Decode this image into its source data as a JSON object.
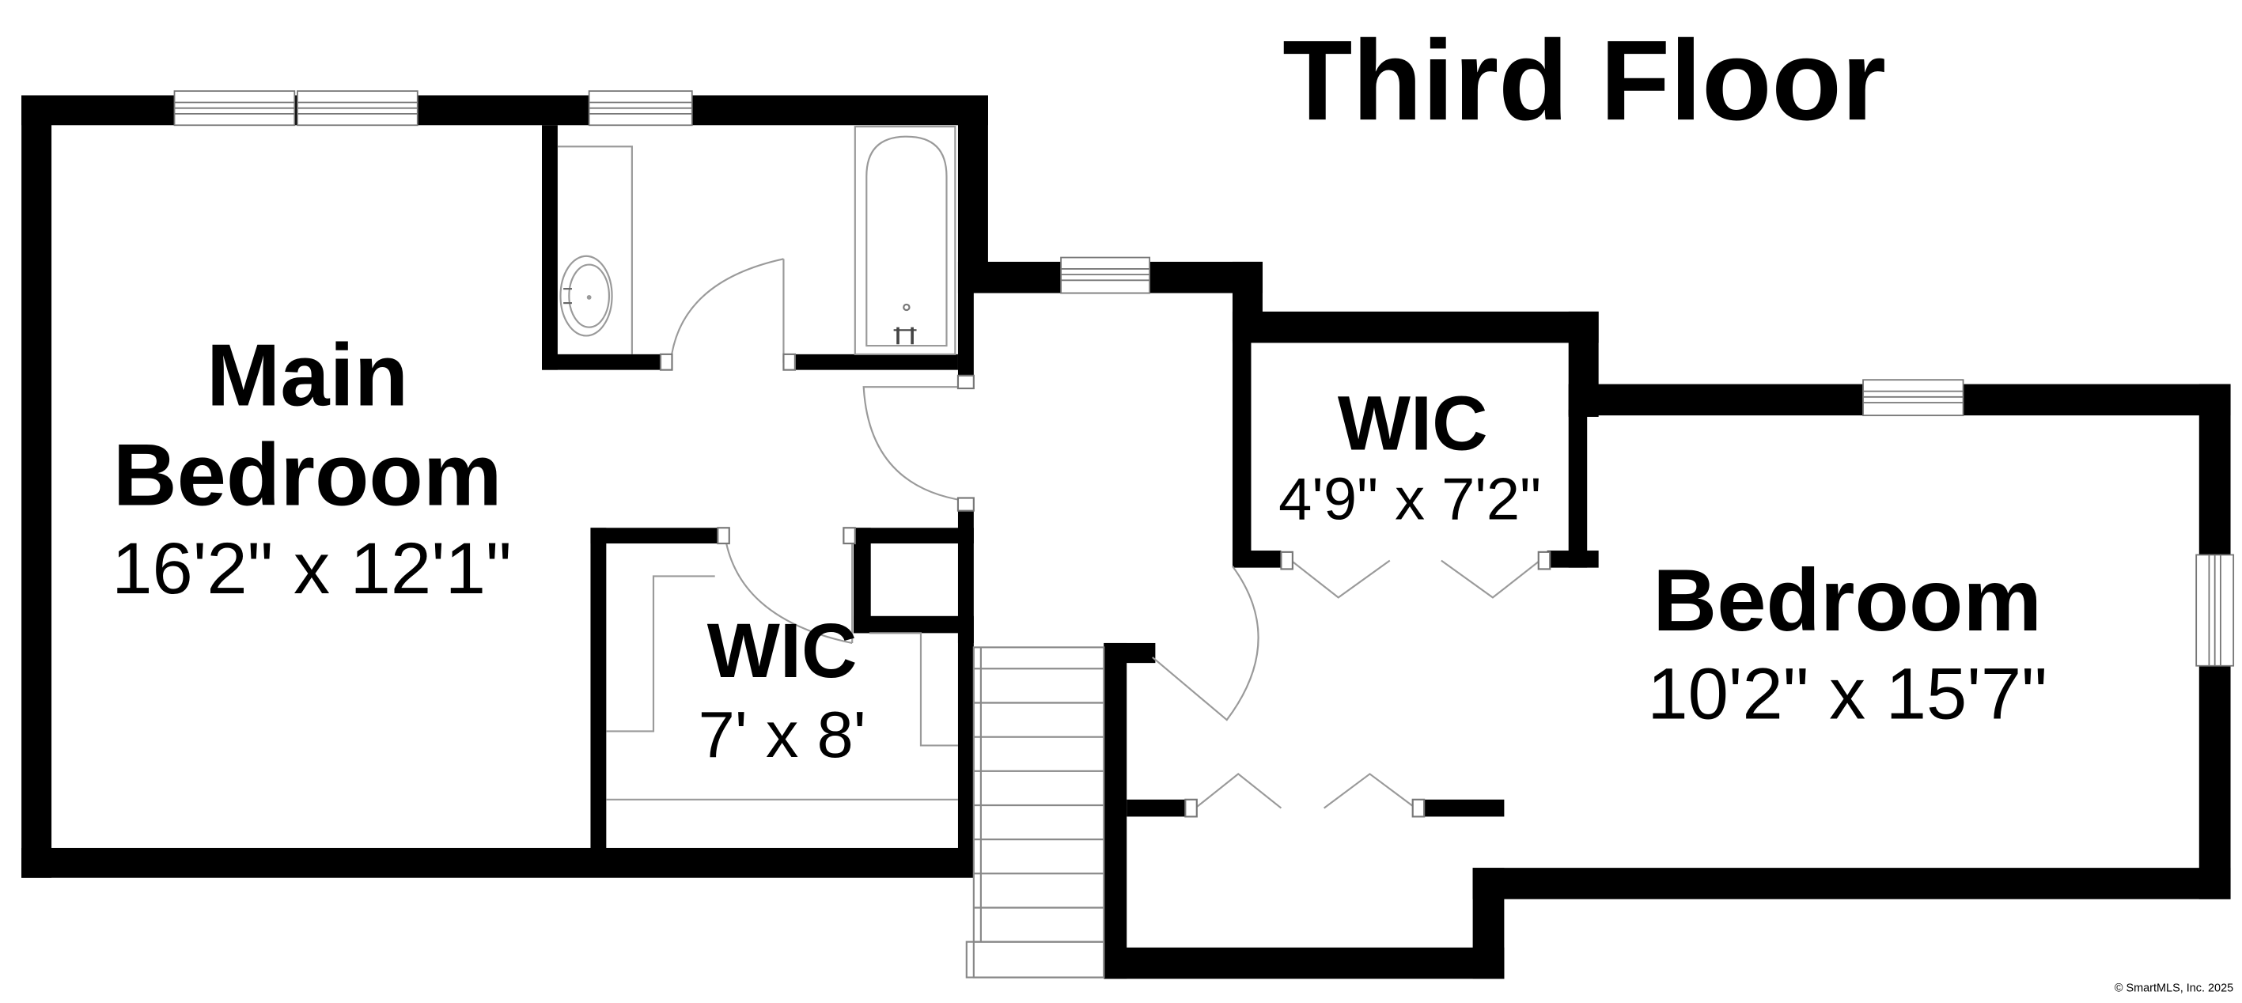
{
  "title": "Third Floor",
  "rooms": [
    {
      "name_lines": [
        "Main",
        "Bedroom"
      ],
      "dimensions": "16'2\" x 12'1\""
    },
    {
      "name_lines": [
        "WIC"
      ],
      "dimensions": "7' x 8'"
    },
    {
      "name_lines": [
        "WIC"
      ],
      "dimensions": "4'9\" x 7'2\""
    },
    {
      "name_lines": [
        "Bedroom"
      ],
      "dimensions": "10'2\" x 15'7\""
    }
  ],
  "copyright": "© SmartMLS, Inc.  2025",
  "colors": {
    "wall": "#000000",
    "fixture_line": "#9a9a9a",
    "background": "#ffffff"
  }
}
